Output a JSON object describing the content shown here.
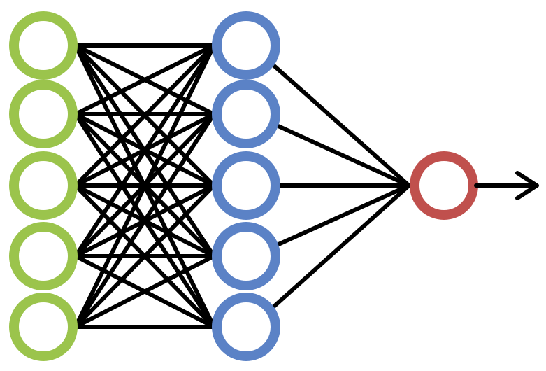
{
  "diagram": {
    "type": "feedforward-neural-network",
    "layers": [
      {
        "id": "input",
        "nodes": 5,
        "color": "#9BC44C"
      },
      {
        "id": "hidden",
        "nodes": 5,
        "color": "#5B82C6"
      },
      {
        "id": "output",
        "nodes": 1,
        "color": "#C0504D"
      }
    ],
    "connections": "fully-connected",
    "edge_color": "#000000",
    "output_arrow": true
  }
}
